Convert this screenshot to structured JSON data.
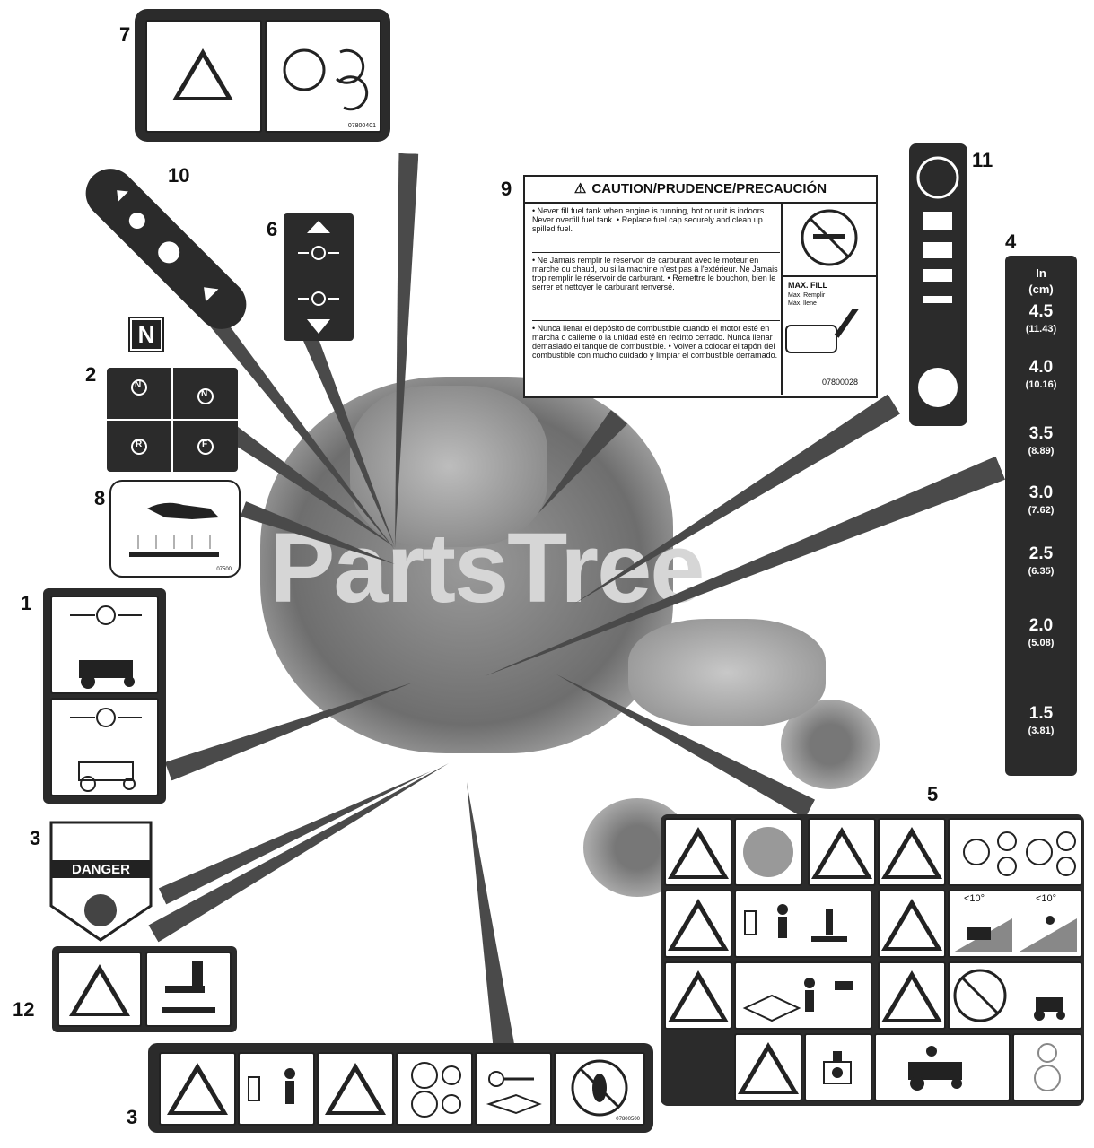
{
  "callouts": {
    "n1": "1",
    "n2": "2",
    "n3a": "3",
    "n3b": "3",
    "n4": "4",
    "n5": "5",
    "n6": "6",
    "n7": "7",
    "n8": "8",
    "n9": "9",
    "n10": "10",
    "n11": "11",
    "n12": "12"
  },
  "decal7": {
    "part_no": "07800401"
  },
  "decal3": {
    "label": "DANGER"
  },
  "decal3_bottom": {
    "part_no": "07800500"
  },
  "decal8": {
    "part_no": "07500"
  },
  "caution": {
    "title": "CAUTION/PRUDENCE/PRECAUCIÓN",
    "en": "• Never fill fuel tank when engine is running, hot or unit is indoors. Never overfill fuel tank. • Replace fuel cap securely and clean up spilled fuel.",
    "fr": "• Ne Jamais remplir le réservoir de carburant avec le moteur en marche ou chaud, ou si la machine n'est pas à l'extérieur. Ne Jamais trop remplir le réservoir de carburant. • Remettre le bouchon, bien le serrer et nettoyer le carburant renversé.",
    "es": "• Nunca llenar el depósito de combustible cuando el motor esté en marcha o caliente o la unidad esté en recinto cerrado. Nunca llenar demasiado el tanque de combustible. • Volver a colocar el tapón del combustible con mucho cuidado y limpiar el combustible derramado.",
    "max_fill": "MAX. FILL",
    "max_fill_fr": "Max. Remplir",
    "max_fill_es": "Máx. llene",
    "part_no": "07800028"
  },
  "scale": {
    "unit_in": "In",
    "unit_cm": "(cm)",
    "marks": [
      {
        "in": "4.5",
        "cm": "(11.43)"
      },
      {
        "in": "4.0",
        "cm": "(10.16)"
      },
      {
        "in": "3.5",
        "cm": "(8.89)"
      },
      {
        "in": "3.0",
        "cm": "(7.62)"
      },
      {
        "in": "2.5",
        "cm": "(6.35)"
      },
      {
        "in": "2.0",
        "cm": "(5.08)"
      },
      {
        "in": "1.5",
        "cm": "(3.81)"
      }
    ]
  },
  "decal5": {
    "slope1": "<10°",
    "slope2": "<10°"
  },
  "decal2": {
    "n_top": "N",
    "n_right": "N",
    "r": "R",
    "f": "F"
  },
  "decal_n": {
    "label": "N"
  },
  "watermark": {
    "text": "PartsTree",
    "tm": "™"
  },
  "icons": {
    "warning": "warning-triangle-icon",
    "rotating": "rotating-blade-icon",
    "fuel": "fuel-can-icon",
    "nosmoke": "no-smoking-icon",
    "hand": "hand-hot-surface-icon",
    "mower": "riding-mower-icon"
  }
}
